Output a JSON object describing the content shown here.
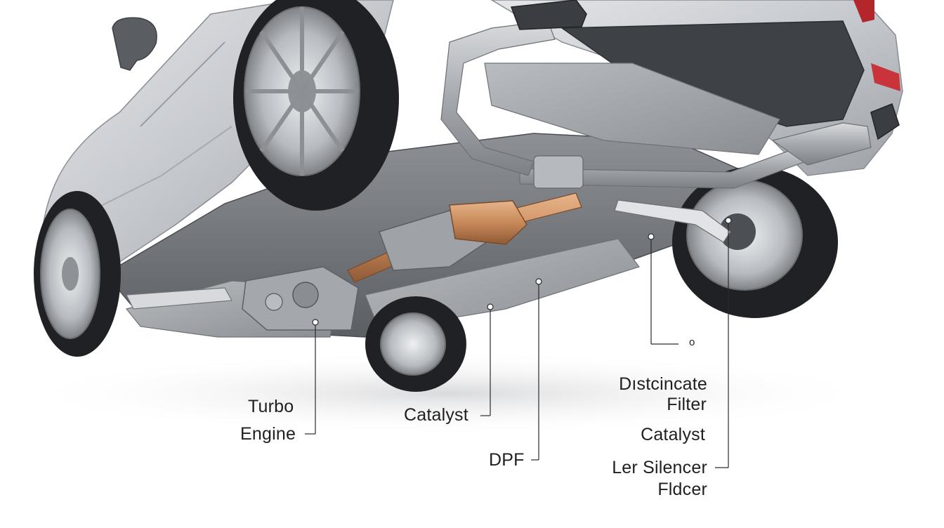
{
  "colors": {
    "background": "#ffffff",
    "body_paint": "#c9ccd1",
    "underbody": "#6d7176",
    "shield": "#9a9ea3",
    "tire": "#1f2124",
    "copper": "#c8895a",
    "exhaust": "#a9adb2",
    "leader_line": "#2a2c2f",
    "label_text": "#1d1f22"
  },
  "labels": {
    "turbo": "Turbo",
    "engine": "Engine",
    "catalyst_center": "Catalyst",
    "dpf": "DPF",
    "distcincate": "Dıstcincate",
    "filter": "Filter",
    "catalyst_right": "Catalyst",
    "silencer": "Ler Silencer",
    "fldcer": "Fldcer",
    "small_marker": "o"
  }
}
